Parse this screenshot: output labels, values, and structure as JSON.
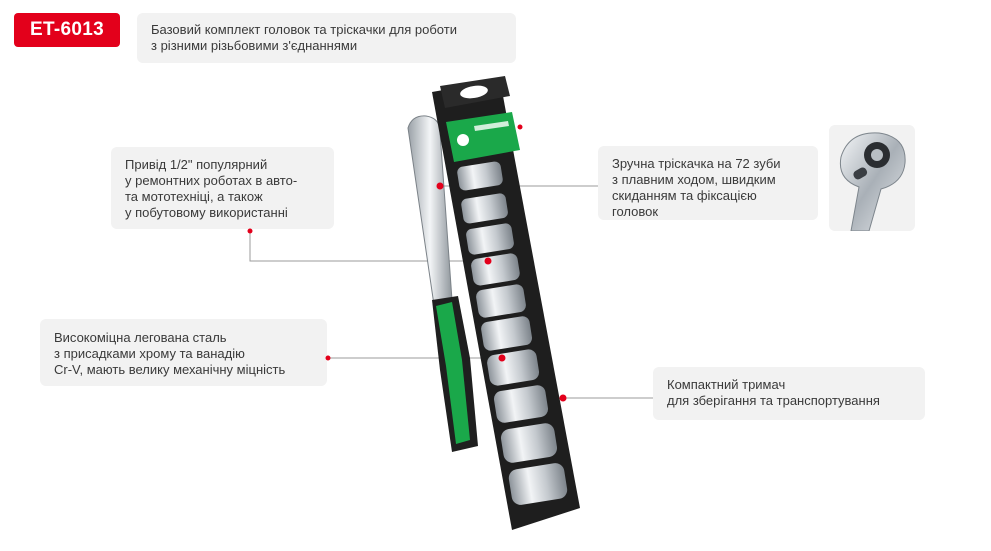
{
  "product": {
    "code": "ET-6013",
    "brand_color": "#e3001b"
  },
  "callouts": {
    "title": "Базовий комплект головок та тріскачки для роботи\nз різними різьбовими з'єднаннями",
    "drive": "Привід 1/2\" популярний\nу ремонтних роботах в авто-\nта мототехніці, а також\nу побутовому використанні",
    "steel": "Високоміцна легована сталь\nз присадками хрому та ванадію\nCr-V, мають велику механічну міцність",
    "ratchet": "Зручна тріскачка на 72 зуби\nз плавним ходом, швидким\nскиданням та фіксацією\nголовок",
    "holder": "Компактний тримач\nдля зберігання та транспортування"
  },
  "icons": {
    "ratchet_thumbnail": "ratchet-head-icon",
    "marker": "red-dot-marker"
  },
  "colors": {
    "accent_red": "#e3001b",
    "handle_green": "#1aa84a",
    "rail_black": "#1e1e1e",
    "chrome": "#c9ced3"
  }
}
